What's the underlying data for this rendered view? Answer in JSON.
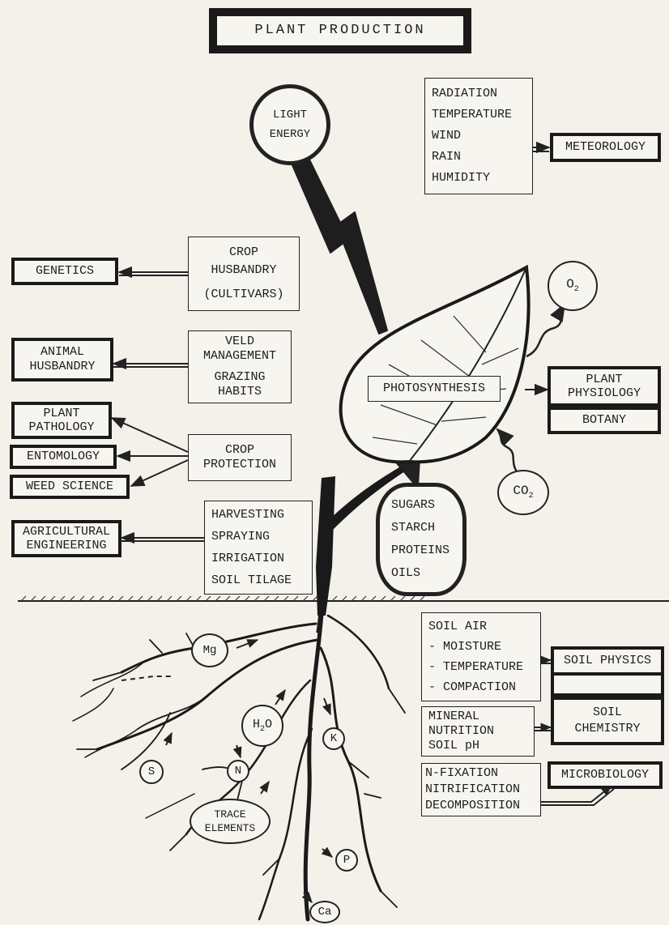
{
  "title": "PLANT PRODUCTION",
  "light_energy": [
    "LIGHT",
    "ENERGY"
  ],
  "weather_factors": [
    "RADIATION",
    "TEMPERATURE",
    "WIND",
    "RAIN",
    "HUMIDITY"
  ],
  "meteorology": "METEOROLOGY",
  "crop_husbandry": [
    "CROP",
    "HUSBANDRY",
    "(CULTIVARS)"
  ],
  "genetics": "GENETICS",
  "veld_management": [
    "VELD",
    "MANAGEMENT",
    "GRAZING",
    "HABITS"
  ],
  "animal_husbandry": [
    "ANIMAL",
    "HUSBANDRY"
  ],
  "crop_protection": [
    "CROP",
    "PROTECTION"
  ],
  "plant_pathology": [
    "PLANT",
    "PATHOLOGY"
  ],
  "entomology": "ENTOMOLOGY",
  "weed_science": "WEED SCIENCE",
  "engineering_tasks": [
    "HARVESTING",
    "SPRAYING",
    "IRRIGATION",
    "SOIL TILAGE"
  ],
  "agricultural_engineering": [
    "AGRICULTURAL",
    "ENGINEERING"
  ],
  "photosynthesis": "PHOTOSYNTHESIS",
  "oxygen": {
    "symbol": "O",
    "subscript": "2"
  },
  "carbon_dioxide": {
    "symbol": "CO",
    "subscript": "2"
  },
  "plant_physiology": [
    "PLANT",
    "PHYSIOLOGY"
  ],
  "botany": "BOTANY",
  "products": [
    "SUGARS",
    "STARCH",
    "PROTEINS",
    "OILS"
  ],
  "soil_air": [
    "SOIL AIR",
    "- MOISTURE",
    "- TEMPERATURE",
    "- COMPACTION"
  ],
  "soil_physics": "SOIL PHYSICS",
  "mineral_nutrition": [
    "MINERAL",
    "NUTRITION",
    "SOIL pH"
  ],
  "soil_chemistry": [
    "SOIL",
    "CHEMISTRY"
  ],
  "microbial_processes": [
    "N-FIXATION",
    "NITRIFICATION",
    "DECOMPOSITION"
  ],
  "microbiology": "MICROBIOLOGY",
  "nutrients": {
    "mg": "Mg",
    "water": {
      "symbol": "H",
      "subscript": "2",
      "suffix": "O"
    },
    "k": "K",
    "s": "S",
    "n": "N",
    "trace": [
      "TRACE",
      "ELEMENTS"
    ],
    "p": "P",
    "ca": "Ca"
  }
}
